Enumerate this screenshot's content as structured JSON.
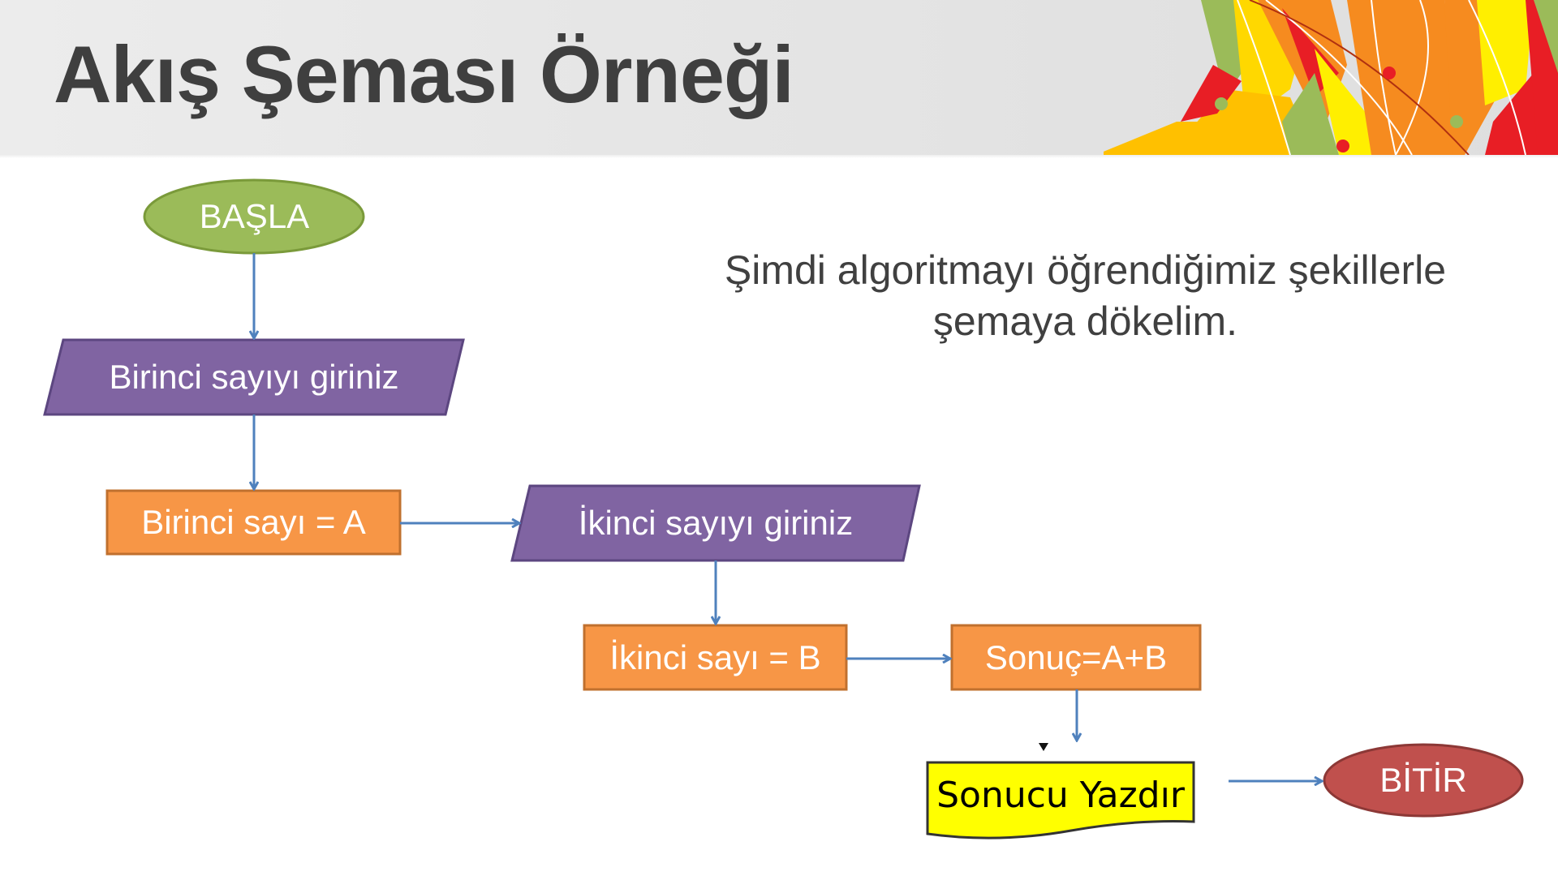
{
  "slide": {
    "title": "Akış Şeması Örneği",
    "description_lines": [
      "Şimdi algoritmayı öğrendiğimiz şekillerle",
      "şemaya dökelim."
    ]
  },
  "colors": {
    "terminal_start": "#9bbb59",
    "terminal_end": "#c0504d",
    "input": "#8064a2",
    "process": "#f79646",
    "output": "#ffff00",
    "arrow": "#4f81bd",
    "title_text": "#3f3f3f"
  },
  "flowchart": {
    "nodes": [
      {
        "id": "start",
        "type": "terminal",
        "label": "BAŞLA"
      },
      {
        "id": "input1",
        "type": "input",
        "label": "Birinci sayıyı giriniz"
      },
      {
        "id": "assignA",
        "type": "process",
        "label": "Birinci sayı = A"
      },
      {
        "id": "input2",
        "type": "input",
        "label": "İkinci sayıyı giriniz"
      },
      {
        "id": "assignB",
        "type": "process",
        "label": "İkinci sayı = B"
      },
      {
        "id": "sum",
        "type": "process",
        "label": "Sonuç=A+B"
      },
      {
        "id": "print",
        "type": "document",
        "label": "Sonucu Yazdır"
      },
      {
        "id": "end",
        "type": "terminal",
        "label": "BİTİR"
      }
    ],
    "edges": [
      {
        "from": "start",
        "to": "input1"
      },
      {
        "from": "input1",
        "to": "assignA"
      },
      {
        "from": "assignA",
        "to": "input2"
      },
      {
        "from": "input2",
        "to": "assignB"
      },
      {
        "from": "assignB",
        "to": "sum"
      },
      {
        "from": "sum",
        "to": "print"
      },
      {
        "from": "print",
        "to": "end"
      }
    ]
  }
}
